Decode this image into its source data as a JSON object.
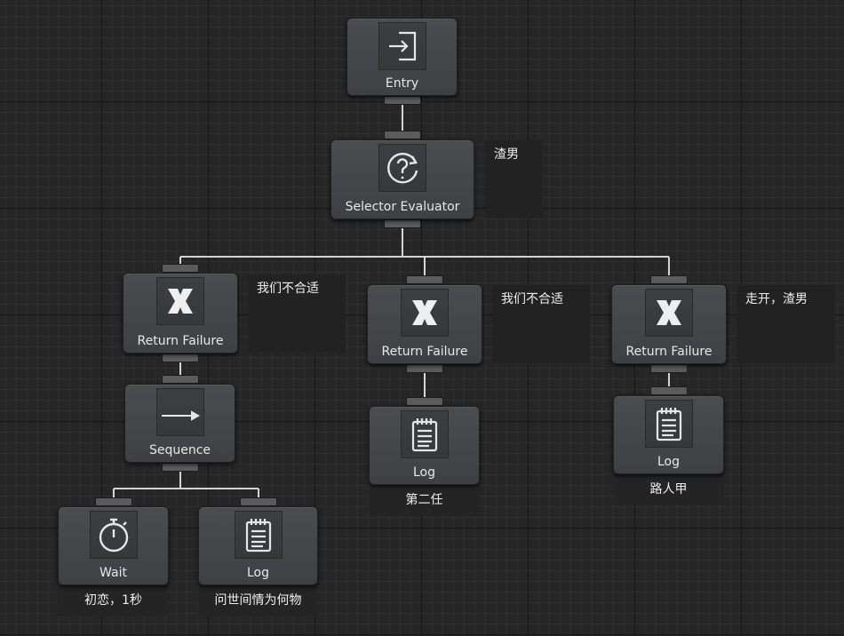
{
  "nodes": {
    "entry": {
      "title": "Entry",
      "icon": "entry-icon"
    },
    "selector": {
      "title": "Selector Evaluator",
      "icon": "question-refresh-icon",
      "comment": "渣男"
    },
    "rf1": {
      "title": "Return Failure",
      "icon": "x-icon",
      "comment": "我们不合适"
    },
    "rf2": {
      "title": "Return Failure",
      "icon": "x-icon",
      "comment": "我们不合适"
    },
    "rf3": {
      "title": "Return Failure",
      "icon": "x-icon",
      "comment": "走开，渣男"
    },
    "sequence": {
      "title": "Sequence",
      "icon": "arrow-right-icon"
    },
    "log2": {
      "title": "Log",
      "icon": "notepad-icon",
      "description": "第二任"
    },
    "log3": {
      "title": "Log",
      "icon": "notepad-icon",
      "description": "路人甲"
    },
    "wait": {
      "title": "Wait",
      "icon": "stopwatch-icon",
      "description": "初恋，1秒"
    },
    "log1": {
      "title": "Log",
      "icon": "notepad-icon",
      "description": "问世间情为何物"
    }
  },
  "colors": {
    "canvas": "#262626",
    "node": "#444649",
    "wire": "#d4d4d4",
    "port": "#5b5b5b",
    "text": "#e8e8e8"
  }
}
